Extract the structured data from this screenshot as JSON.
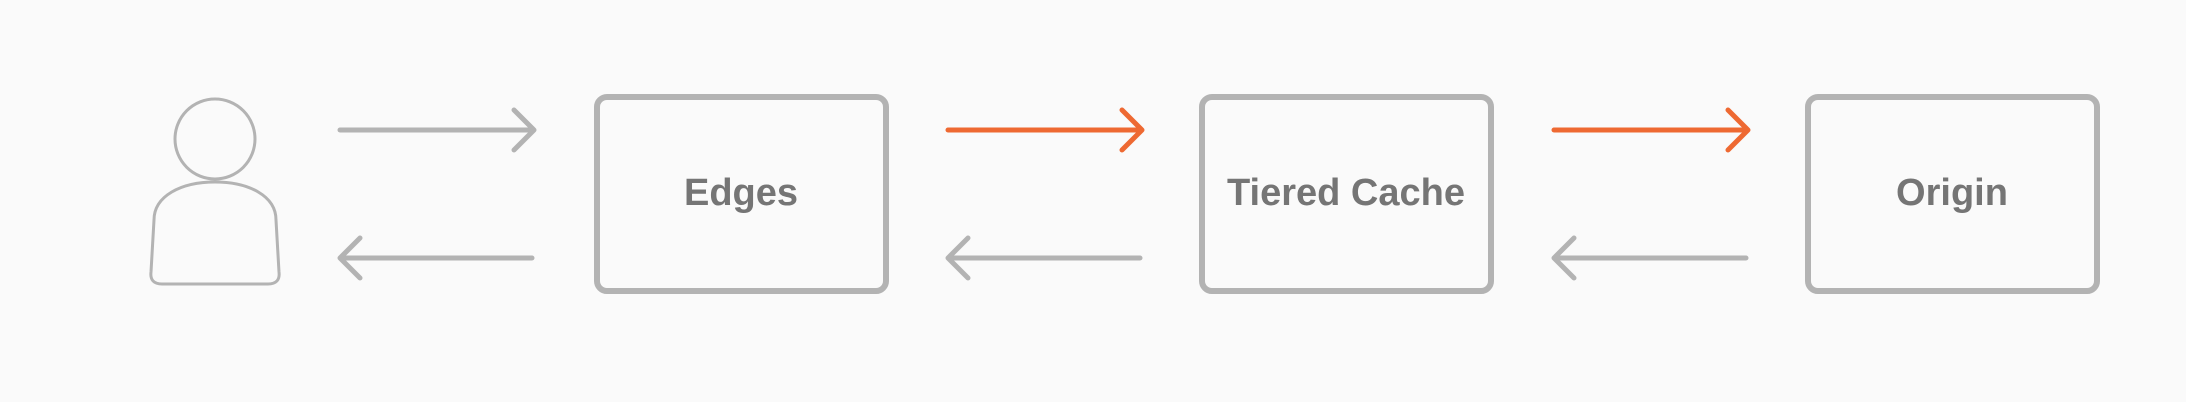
{
  "diagram": {
    "nodes": [
      {
        "id": "user",
        "label": ""
      },
      {
        "id": "edges",
        "label": "Edges"
      },
      {
        "id": "tiered-cache",
        "label": "Tiered Cache"
      },
      {
        "id": "origin",
        "label": "Origin"
      }
    ],
    "connections": [
      {
        "from": "user",
        "to": "edges",
        "direction": "forward",
        "color": "#b3b3b3"
      },
      {
        "from": "edges",
        "to": "user",
        "direction": "backward",
        "color": "#b3b3b3"
      },
      {
        "from": "edges",
        "to": "tiered-cache",
        "direction": "forward",
        "color": "#ee6932"
      },
      {
        "from": "tiered-cache",
        "to": "edges",
        "direction": "backward",
        "color": "#b3b3b3"
      },
      {
        "from": "tiered-cache",
        "to": "origin",
        "direction": "forward",
        "color": "#ee6932"
      },
      {
        "from": "origin",
        "to": "tiered-cache",
        "direction": "backward",
        "color": "#b3b3b3"
      }
    ],
    "colors": {
      "background": "#fafafa",
      "outline": "#b3b3b3",
      "label": "#757575",
      "accent": "#ee6932"
    }
  }
}
